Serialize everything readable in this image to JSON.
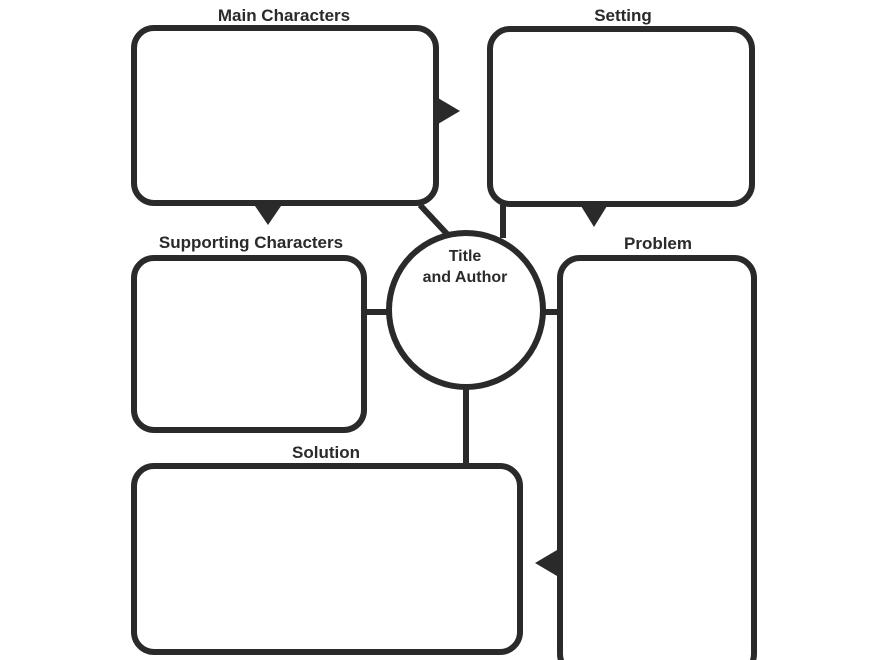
{
  "labels": {
    "main_characters": "Main Characters",
    "setting": "Setting",
    "supporting_characters": "Supporting Characters",
    "problem": "Problem",
    "solution": "Solution",
    "title_author_line1": "Title",
    "title_author_line2": "and Author"
  }
}
